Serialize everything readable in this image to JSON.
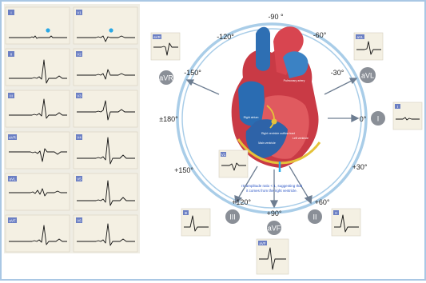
{
  "leads_panel": {
    "left_column": [
      "I",
      "II",
      "III",
      "aVR",
      "aVL",
      "aVF"
    ],
    "right_column": [
      "V1",
      "V2",
      "V3",
      "V4",
      "V5",
      "V6"
    ]
  },
  "angles": {
    "a_neg90": "-90 °",
    "a_neg120": "-120°",
    "a_neg60": "-60°",
    "a_neg150": "-150°",
    "a_neg30": "-30°",
    "a_180": "±180°",
    "a_0": "0°",
    "a_150": "+150°",
    "a_30": "+30°",
    "a_120": "+120°",
    "a_60": "+60°",
    "a_90": "+90°"
  },
  "lead_circles": {
    "aVR": "aVR",
    "aVL": "aVL",
    "I": "I",
    "III": "III",
    "II": "II",
    "aVF": "aVF"
  },
  "mini_tags": {
    "aVR": "aVR",
    "aVL": "aVL",
    "I": "I",
    "V1": "V1",
    "III": "III",
    "II": "II",
    "aVF": "aVF"
  },
  "heart_labels": {
    "pulmonary": "Pulmonary artery",
    "right_atrium": "Right atrium",
    "right_ventricle": "Right ventricle outflow tract",
    "main_ventricle": "Main ventricle",
    "left_ventricle": "Left ventricle"
  },
  "annotation": {
    "line1": "rS amplitude ratio < 1, suggesting that",
    "line2": "it comes from the right ventricle."
  },
  "colors": {
    "ring": "#a9cde8",
    "lead_circle": "#8a8f97",
    "arrow": "#6d7d91",
    "ecg_paper": "#f4f0e3",
    "tag": "#6b7fc4",
    "marker": "#2aa8e6"
  }
}
